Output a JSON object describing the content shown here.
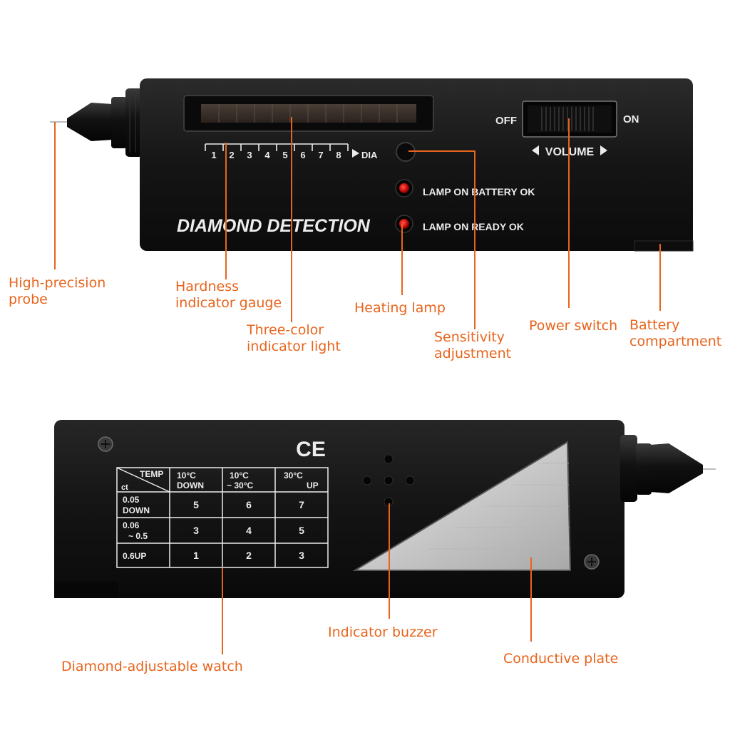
{
  "top_device": {
    "title": "DIAMOND DETECTION",
    "scale_numbers": [
      "1",
      "2",
      "3",
      "4",
      "5",
      "6",
      "7",
      "8"
    ],
    "scale_end": "DIA",
    "lamp_battery": "LAMP ON BATTERY OK",
    "lamp_ready": "LAMP ON READY OK",
    "switch_off": "OFF",
    "switch_on": "ON",
    "volume": "VOLUME"
  },
  "bottom_device": {
    "ce_mark": "CE",
    "table": {
      "corner_top": "TEMP",
      "corner_bottom": "ct",
      "col_headers": [
        {
          "line1": "10°C",
          "line2": "DOWN"
        },
        {
          "line1": "10°C",
          "line2": "~ 30°C"
        },
        {
          "line1": "30°C",
          "line2": "UP"
        }
      ],
      "rows": [
        {
          "line1": "0.05",
          "line2": "DOWN",
          "values": [
            "5",
            "6",
            "7"
          ]
        },
        {
          "line1": "0.06",
          "line2": "~ 0.5",
          "values": [
            "3",
            "4",
            "5"
          ]
        },
        {
          "line1": "0.6UP",
          "line2": "",
          "values": [
            "1",
            "2",
            "3"
          ]
        }
      ]
    }
  },
  "callouts": {
    "probe": "High-precision\nprobe",
    "hardness": "Hardness\nindicator gauge",
    "three_color": "Three-color\nindicator light",
    "heating": "Heating lamp",
    "sensitivity": "Sensitivity\nadjustment",
    "power": "Power switch",
    "battery": "Battery\ncompartment",
    "watch": "Diamond-adjustable watch",
    "buzzer": "Indicator buzzer",
    "plate": "Conductive plate"
  },
  "colors": {
    "callout": "#e8641c",
    "device_body": "#161616",
    "print": "#ececec",
    "lamp": "#e01010"
  }
}
